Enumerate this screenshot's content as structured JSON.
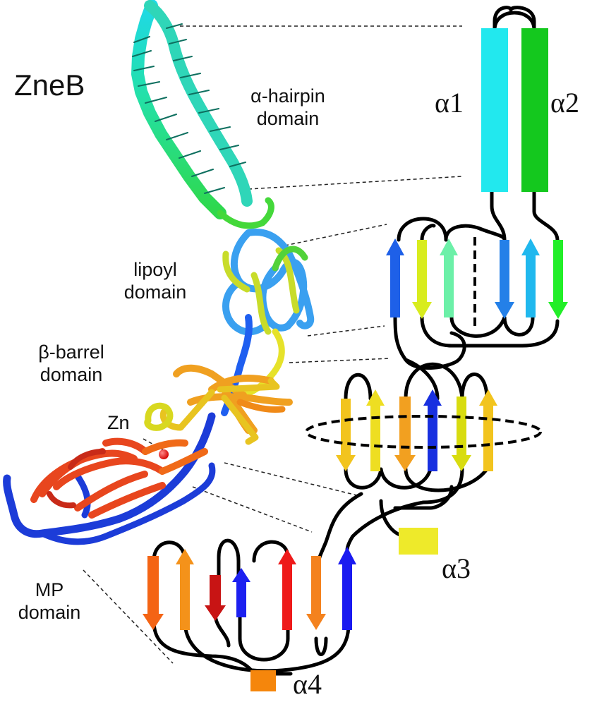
{
  "figure": {
    "title": "ZneB",
    "domains": {
      "alpha_hairpin": {
        "line1": "α-hairpin",
        "line2": "domain"
      },
      "lipoyl": {
        "line1": "lipoyl",
        "line2": "domain"
      },
      "beta_barrel": {
        "line1": "β-barrel",
        "line2": "domain"
      },
      "mp": {
        "line1": "MP",
        "line2": "domain"
      }
    },
    "zn_label": "Zn",
    "helices": {
      "a1": {
        "label": "α1",
        "color": "#22e8ee"
      },
      "a2": {
        "label": "α2",
        "color": "#14c81e"
      },
      "a3": {
        "label": "α3",
        "color": "#eeea2a"
      },
      "a4": {
        "label": "α4",
        "color": "#f5860c"
      }
    },
    "icons": [
      "protein-ribbon-structure",
      "topology-diagram",
      "zinc-ion-sphere"
    ]
  }
}
